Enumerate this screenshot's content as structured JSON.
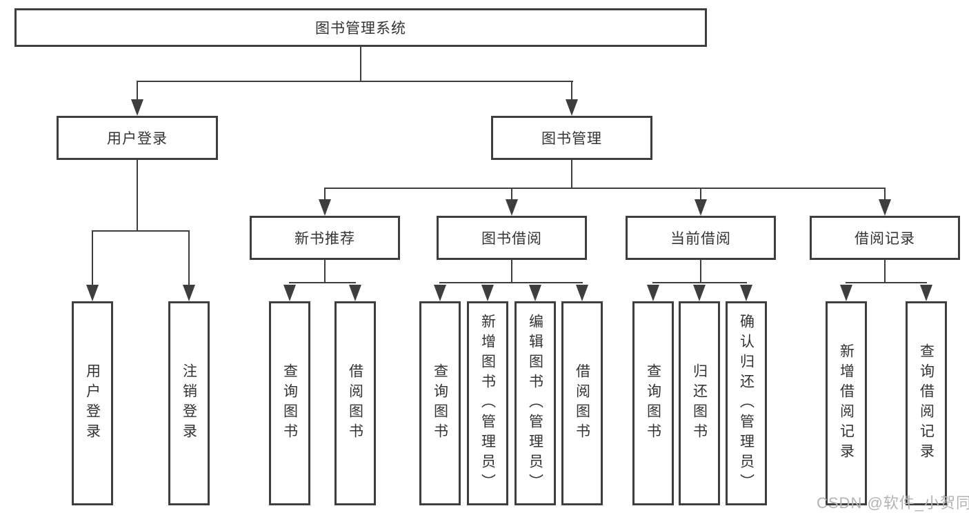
{
  "tree": {
    "root": {
      "label": "图书管理系统"
    },
    "user_login": {
      "label": "用户登录",
      "children": [
        {
          "label": "用户登录"
        },
        {
          "label": "注销登录"
        }
      ]
    },
    "book_management": {
      "label": "图书管理",
      "sections": [
        {
          "label": "新书推荐",
          "children": [
            {
              "label": "查询图书"
            },
            {
              "label": "借阅图书"
            }
          ]
        },
        {
          "label": "图书借阅",
          "children": [
            {
              "label": "查询图书"
            },
            {
              "label": "新增图书（管理员）"
            },
            {
              "label": "编辑图书（管理员）"
            },
            {
              "label": "借阅图书"
            }
          ]
        },
        {
          "label": "当前借阅",
          "children": [
            {
              "label": "查询图书"
            },
            {
              "label": "归还图书"
            },
            {
              "label": "确认归还（管理员）"
            }
          ]
        },
        {
          "label": "借阅记录",
          "children": [
            {
              "label": "新增借阅记录"
            },
            {
              "label": "查询借阅记录"
            }
          ]
        }
      ]
    }
  },
  "watermark": "CSDN @软件_小贺同学",
  "colors": {
    "line": "#3e3e3e",
    "text": "#333333",
    "background": "#ffffff",
    "watermark": "#b3b3b3"
  }
}
